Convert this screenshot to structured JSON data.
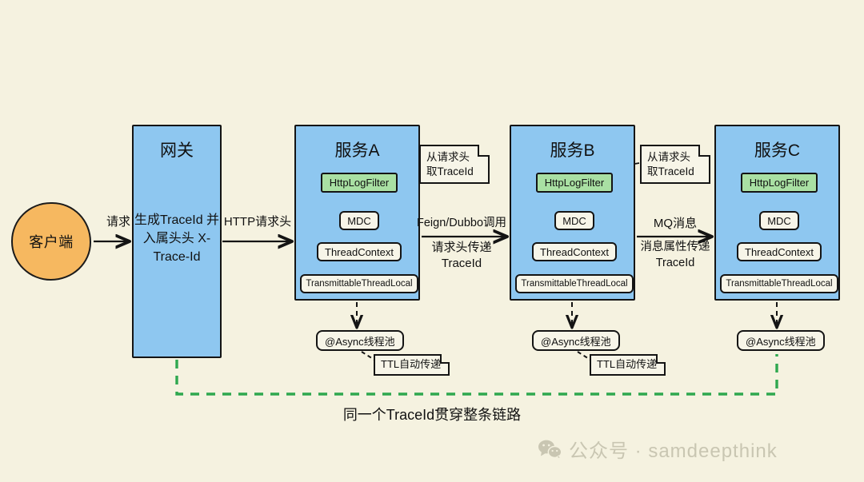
{
  "diagram": {
    "title": "TraceId distributed tracing flow",
    "caption": "同一个TraceId贯穿整条链路",
    "background_color": "#f5f2e0",
    "colors": {
      "service_box": "#8ec7f0",
      "client_circle": "#f6b860",
      "filter_chip": "#a9e0a3",
      "chip": "#f7f5e8",
      "stroke": "#141414",
      "trace_line": "#2fa84f",
      "watermark": "#c9c6b2"
    }
  },
  "client": {
    "label": "客户端"
  },
  "gateway": {
    "title": "网关",
    "body": "生成TraceId\n并入属头头\nX-Trace-Id"
  },
  "services": [
    {
      "title": "服务A",
      "chips": [
        {
          "label": "HttpLogFilter",
          "style": "green"
        },
        {
          "label": "MDC",
          "style": "plain"
        },
        {
          "label": "ThreadContext",
          "style": "plain"
        },
        {
          "label": "TransmittableThreadLocal",
          "style": "plain"
        }
      ],
      "note": "从请求头\n取TraceId",
      "async": "@Async线程池",
      "async_note": "TTL自动传递"
    },
    {
      "title": "服务B",
      "chips": [
        {
          "label": "HttpLogFilter",
          "style": "green"
        },
        {
          "label": "MDC",
          "style": "plain"
        },
        {
          "label": "ThreadContext",
          "style": "plain"
        },
        {
          "label": "TransmittableThreadLocal",
          "style": "plain"
        }
      ],
      "note": "从请求头\n取TraceId",
      "async": "@Async线程池",
      "async_note": "TTL自动传递"
    },
    {
      "title": "服务C",
      "chips": [
        {
          "label": "HttpLogFilter",
          "style": "green"
        },
        {
          "label": "MDC",
          "style": "plain"
        },
        {
          "label": "ThreadContext",
          "style": "plain"
        },
        {
          "label": "TransmittableThreadLocal",
          "style": "plain"
        }
      ],
      "note": null,
      "async": "@Async线程池",
      "async_note": null
    }
  ],
  "edges": {
    "client_to_gateway": "请求",
    "gateway_to_a": "HTTP请求头",
    "a_to_b_top": "Feign/Dubbo调用",
    "a_to_b_bottom": "请求头传递\nTraceId",
    "b_to_c_top": "MQ消息",
    "b_to_c_bottom": "消息属性传递\nTraceId"
  },
  "watermark": {
    "icon": "wechat-icon",
    "text": "公众号 · samdeepthink"
  }
}
